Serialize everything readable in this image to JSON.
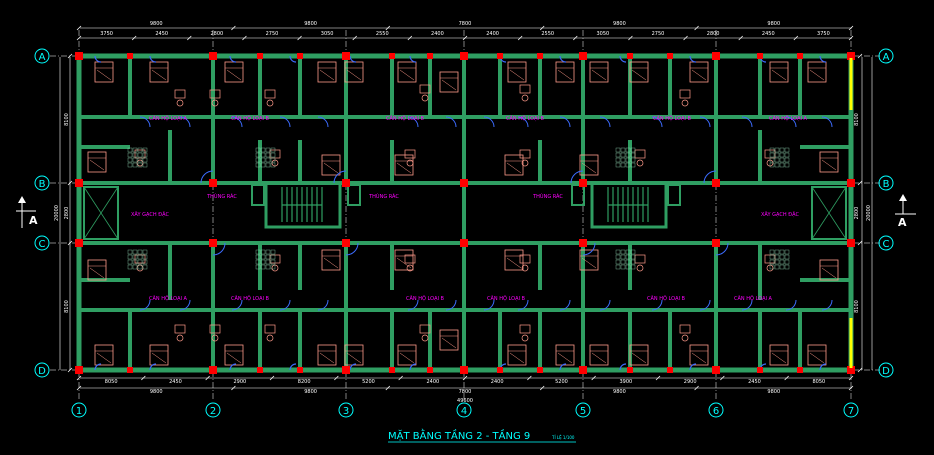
{
  "title": {
    "main": "MẶT BẰNG TẦNG 2 - TẦNG 9",
    "scale": "TỈ LỆ 1/100"
  },
  "grid": {
    "columns": [
      "1",
      "2",
      "3",
      "4",
      "5",
      "6",
      "7"
    ],
    "rows": [
      "A",
      "B",
      "C",
      "D"
    ],
    "section": "A"
  },
  "dimensions": {
    "top_outer": [
      "9800",
      "9800",
      "7800",
      "9800",
      "9800"
    ],
    "top_inner": [
      "3750",
      "2450",
      "2800",
      "2750",
      "3050",
      "2550",
      "2400",
      "2400",
      "2550",
      "3050",
      "2750",
      "2800",
      "2450",
      "3750"
    ],
    "bottom_inner": [
      "8050",
      "2450",
      "2900",
      "8200",
      "5200",
      "2400",
      "2400",
      "5200",
      "3900",
      "2900",
      "2450",
      "8050"
    ],
    "bottom_outer": [
      "9800",
      "9800",
      "7800",
      "9800",
      "9800"
    ],
    "overall": "49600",
    "left": [
      "8100",
      "2800",
      "8100"
    ],
    "left_total": "20000",
    "right": [
      "8100",
      "2800",
      "8100"
    ],
    "right_total": "20000"
  },
  "room_labels": [
    "CĂN HỘ LOẠI A",
    "CĂN HỘ LOẠI B",
    "CĂN HỘ LOẠI B",
    "CĂN HỘ LOẠI B",
    "CĂN HỘ LOẠI B",
    "CĂN HỘ LOẠI A",
    "CĂN HỘ LOẠI A",
    "CĂN HỘ LOẠI B",
    "CĂN HỘ LOẠI B",
    "CĂN HỘ LOẠI B",
    "CĂN HỘ LOẠI B",
    "CĂN HỘ LOẠI A"
  ],
  "service_labels": [
    "XÂY GẠCH ĐẶC",
    "THÙNG RÁC",
    "THÙNG RÁC",
    "THÙNG RÁC",
    "XÂY GẠCH ĐẶC"
  ],
  "colors": {
    "wall": "#2f9e62",
    "wall_edge": "#6fe0a0",
    "grid": "#ffffff",
    "dim": "#ffffff",
    "axis": "#00ffff",
    "column": "#ff0000",
    "label": "#ff00ff",
    "furniture": "#ff9a8a",
    "door": "#3c6cff",
    "title": "#00ffff",
    "stair": "#2f9e62"
  }
}
